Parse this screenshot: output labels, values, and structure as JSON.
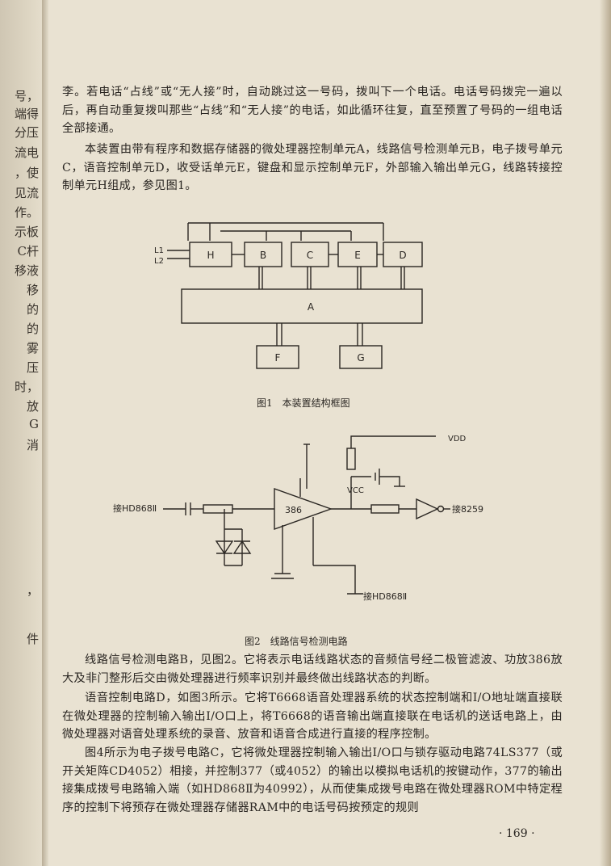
{
  "left_margin_fragments": [
    "号，",
    "端得",
    "分压",
    "流电",
    "，使",
    "见流",
    "作。",
    "示板",
    "C杆",
    "移液",
    "移",
    "的",
    "的",
    "雾",
    "压",
    "时，",
    "放",
    "G",
    "消",
    "，",
    "件"
  ],
  "paragraphs": {
    "p1": "李。若电话“占线”或“无人接”时，自动跳过这一号码，拨叫下一个电话。电话号码拨完一遍以后，再自动重复拨叫那些“占线”和“无人接”的电话，如此循环往复，直至预置了号码的一组电话全部接通。",
    "p2": "本装置由带有程序和数据存储器的微处理器控制单元A，线路信号检测单元B，电子拨号单元C，语音控制单元D，收受话单元E，键盘和显示控制单元F，外部输入输出单元G，线路转接控制单元H组成，参见图1。",
    "p3": "线路信号检测电路B，见图2。它将表示电话线路状态的音频信号经二极管滤波、功放386放大及非门整形后交由微处理器进行频率识别并最终做出线路状态的判断。",
    "p4": "语音控制电路D，如图3所示。它将T6668语音处理器系统的状态控制端和I/O地址端直接联在微处理器的控制输入输出I/O口上，将T6668的语音输出端直接联在电话机的送话电路上，由微处理器对语音处理系统的录音、放音和语音合成进行直接的程序控制。",
    "p5": "图4所示为电子拨号电路C，它将微处理器控制输入输出I/O口与锁存驱动电路74LS377（或开关矩阵CD4052）相接，并控制377（或4052）的输出以模拟电话机的按键动作，377的输出接集成拨号电路输入端（如HD868Ⅱ为40992），从而使集成拨号电路在微处理器ROM中特定程序的控制下将预存在微处理器存储器RAM中的电话号码按预定的规则"
  },
  "figure1": {
    "caption": "图1　本装置结构框图",
    "blocks": [
      "H",
      "B",
      "C",
      "E",
      "D",
      "A",
      "F",
      "G"
    ],
    "line_labels": [
      "L1",
      "L2"
    ]
  },
  "figure2": {
    "caption": "图2　线路信号检测电路",
    "labels": {
      "input": "接HD868Ⅱ",
      "amp": "386",
      "vdd": "VDD",
      "vcc": "VCC",
      "output": "接8259",
      "bottom": "接HD868Ⅱ"
    }
  },
  "page_number": "· 169 ·"
}
